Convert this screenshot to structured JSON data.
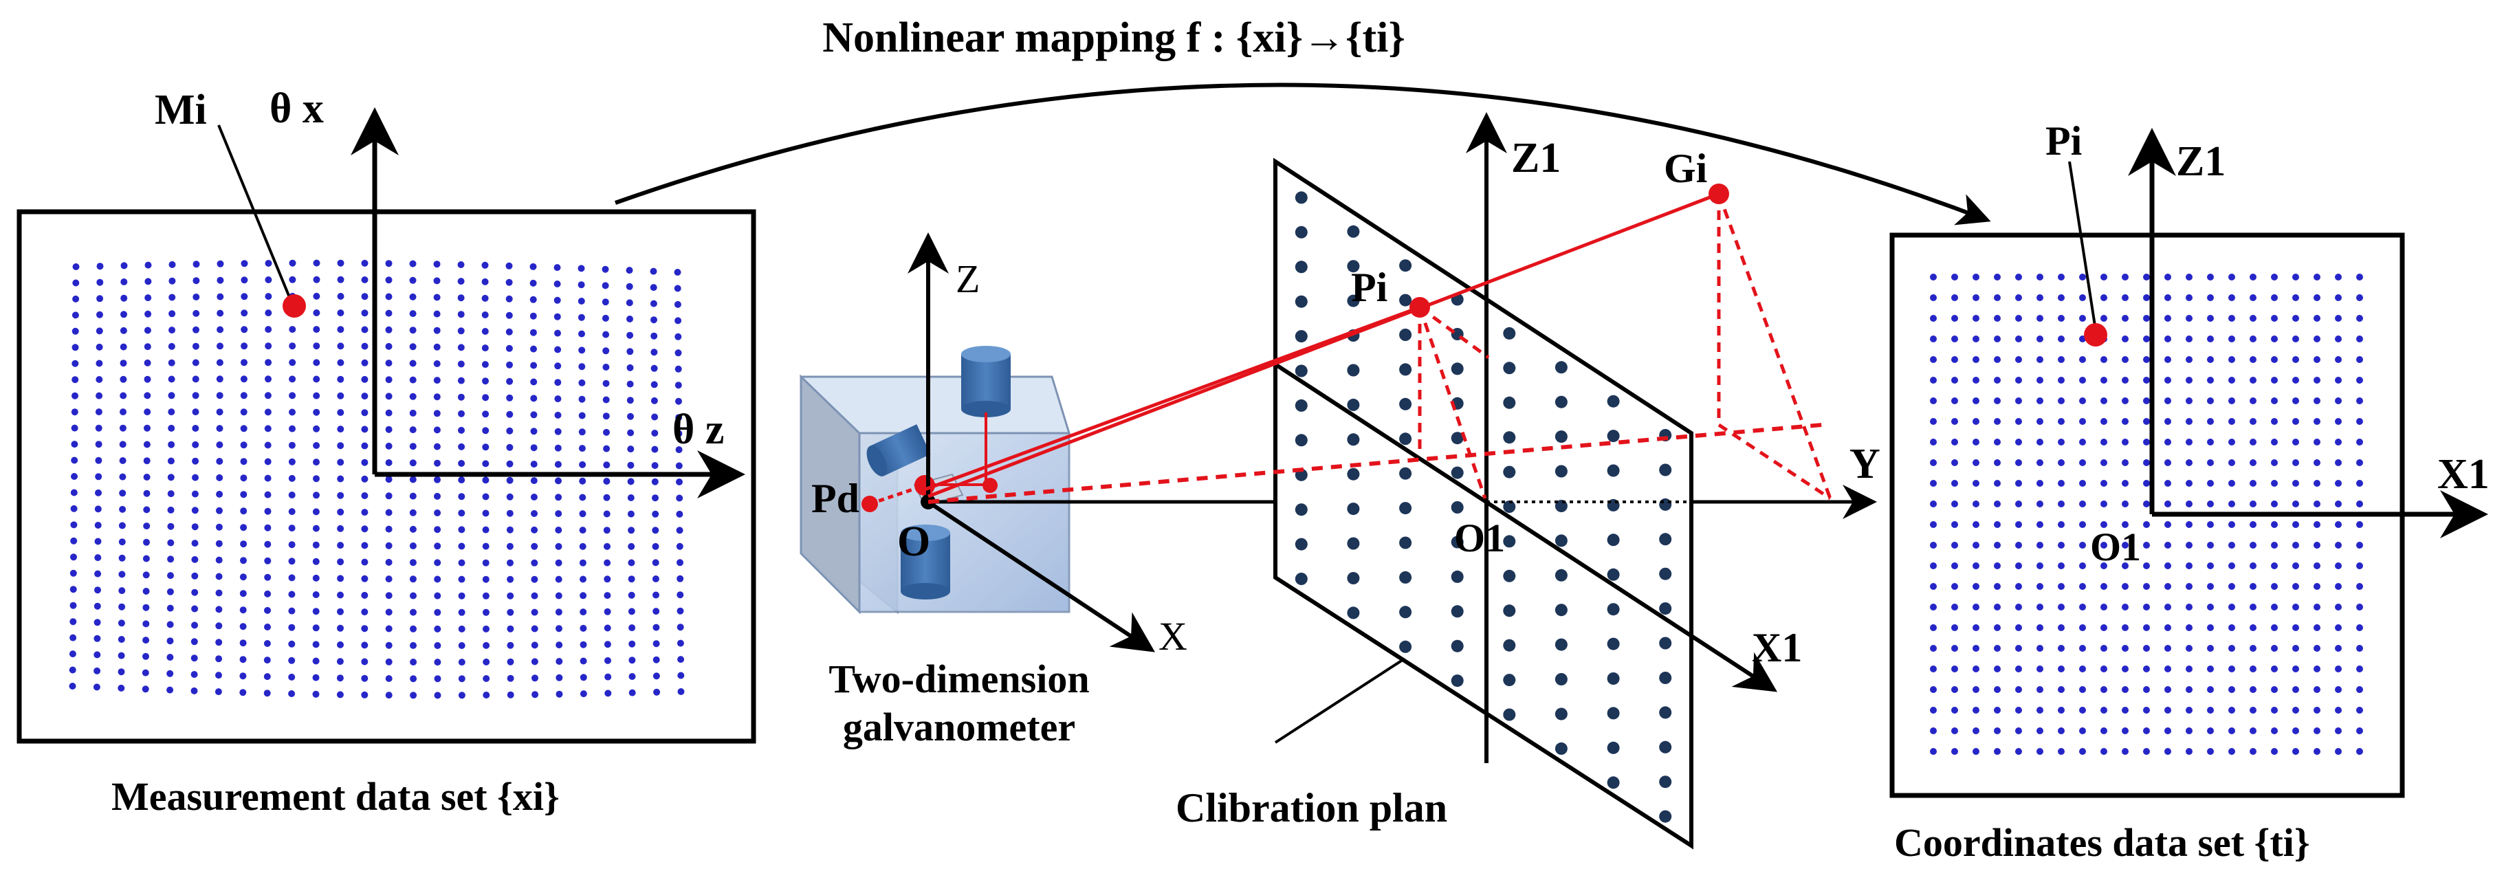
{
  "title": "Nonlinear mapping f : {xi}→{ti}",
  "left_panel": {
    "caption": "Measurement data set {xi}",
    "point_label": "Mi",
    "axis_vertical": "θ x",
    "axis_horizontal": "θ z"
  },
  "galvanometer": {
    "caption_line1": "Two-dimension",
    "caption_line2": "galvanometer",
    "origin": "O",
    "laser_point": "Pd",
    "axis_z": "Z",
    "axis_x": "X",
    "axis_y": "Y"
  },
  "calibration": {
    "caption": "Clibration plan",
    "point_p": "Pi",
    "point_g": "Gi",
    "origin": "O1",
    "axis_z1": "Z1",
    "axis_x1": "X1"
  },
  "right_panel": {
    "caption": "Coordinates data set {ti}",
    "point_label": "Pi",
    "axis_z1": "Z1",
    "axis_x1": "X1",
    "origin": "O1"
  },
  "colors": {
    "dot_blue": "#2626c8",
    "marker_red": "#e3131b",
    "plane_dot": "#1d3557",
    "box_fill": "#b7cbe8",
    "cylinder": "#3d6fb0"
  }
}
